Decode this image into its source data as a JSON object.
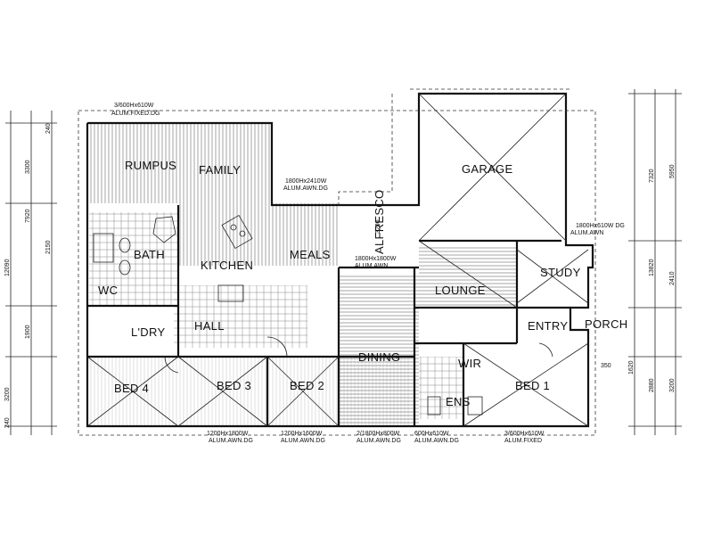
{
  "rooms": {
    "rumpus": "RUMPUS",
    "family": "FAMILY",
    "garage": "GARAGE",
    "bath": "BATH",
    "kitchen": "KITCHEN",
    "meals": "MEALS",
    "alfresco": "ALFRESCO",
    "lounge": "LOUNGE",
    "study": "STUDY",
    "wc": "WC",
    "ldry": "L'DRY",
    "hall": "HALL",
    "entry": "ENTRY",
    "porch": "PORCH",
    "dining": "DINING",
    "wir": "WIR",
    "ens": "ENS",
    "bed1": "BED 1",
    "bed2": "BED 2",
    "bed3": "BED 3",
    "bed4": "BED 4"
  },
  "windows": {
    "top_size": "3/600Hx610W",
    "top_type": "ALUM.FIXED.DG",
    "family_size": "1800Hx2410W",
    "family_type": "ALUM.AWN.DG",
    "meals_size": "1800Hx1800W",
    "meals_type": "ALUM.AWN.",
    "study_size": "1800Hx610W DG",
    "study_type": "ALUM.AWN",
    "bottom1_size": "1200Hx1800W",
    "bottom1_type": "ALUM.AWN.DG",
    "bottom2_size": "1200Hx1600W",
    "bottom2_type": "ALUM.AWN.DG",
    "bottom3_size": "2/1800Hx800W",
    "bottom3_type": "ALUM.AWN.DG",
    "bottom4_size": "600Hx610W",
    "bottom4_type": "ALUM.AWN.DG",
    "bottom5_size": "3/600Hx610W",
    "bottom5_type": "ALUM.FIXED"
  },
  "dimensions": {
    "left_total": "12090",
    "left_a": "3300",
    "left_b": "7920",
    "left_c": "3200",
    "left_d": "2150",
    "left_e": "1900",
    "right_total": "13820",
    "right_a": "5950",
    "right_b": "7320",
    "right_c": "3200",
    "right_d": "2410",
    "right_e": "2880",
    "right_f": "1620",
    "top_gap": "240",
    "bottom_gap": "240",
    "d_350": "350",
    "d_3200": "3200"
  }
}
